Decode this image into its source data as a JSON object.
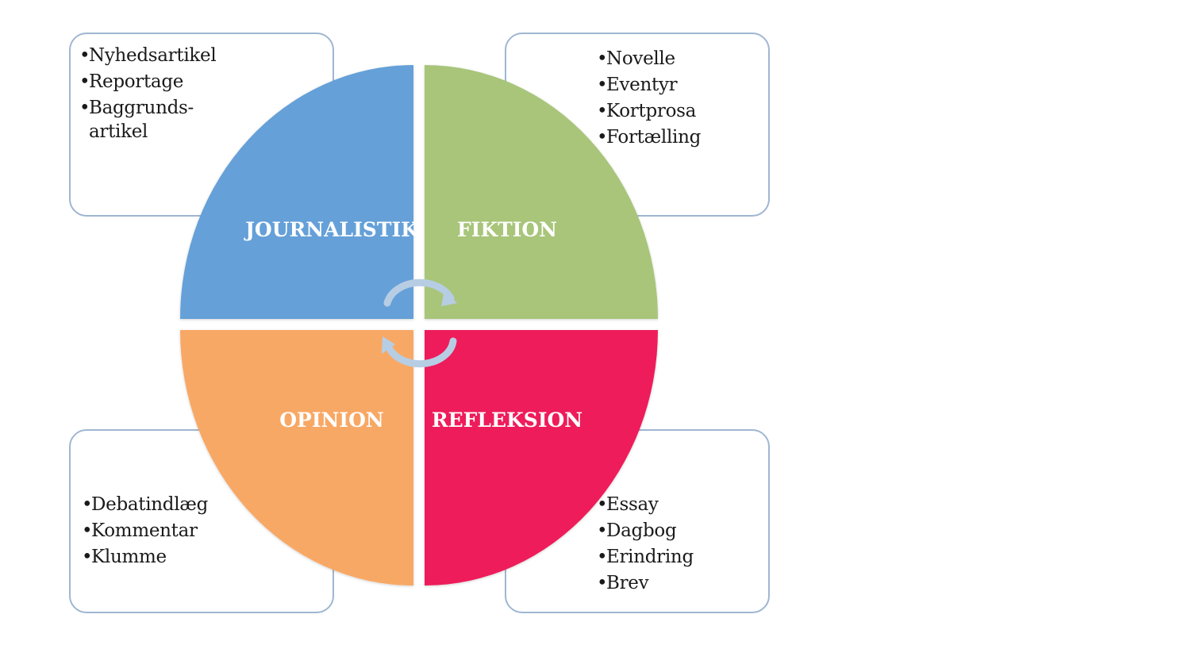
{
  "quadrants": {
    "journalistik": {
      "label": "JOURNALISTIK",
      "color": "#65a0d8"
    },
    "fiktion": {
      "label": "FIKTION",
      "color": "#a8c57a"
    },
    "opinion": {
      "label": "OPINION",
      "color": "#f8a865"
    },
    "refleksion": {
      "label": "REFLEKSION",
      "color": "#ee1e5a"
    }
  },
  "boxes": {
    "journalistik": {
      "items": [
        "Nyhedsartikel",
        "Reportage",
        "Baggrunds- artikel"
      ]
    },
    "fiktion": {
      "items": [
        "Novelle",
        "Eventyr",
        "Kortprosa",
        "Fortælling"
      ]
    },
    "opinion": {
      "items": [
        "Debatindlæg",
        "Kommentar",
        "Klumme"
      ]
    },
    "refleksion": {
      "items": [
        "Essay",
        "Dagbog",
        "Erindring",
        "Brev"
      ]
    }
  },
  "arrow_color": "#b7cde4"
}
